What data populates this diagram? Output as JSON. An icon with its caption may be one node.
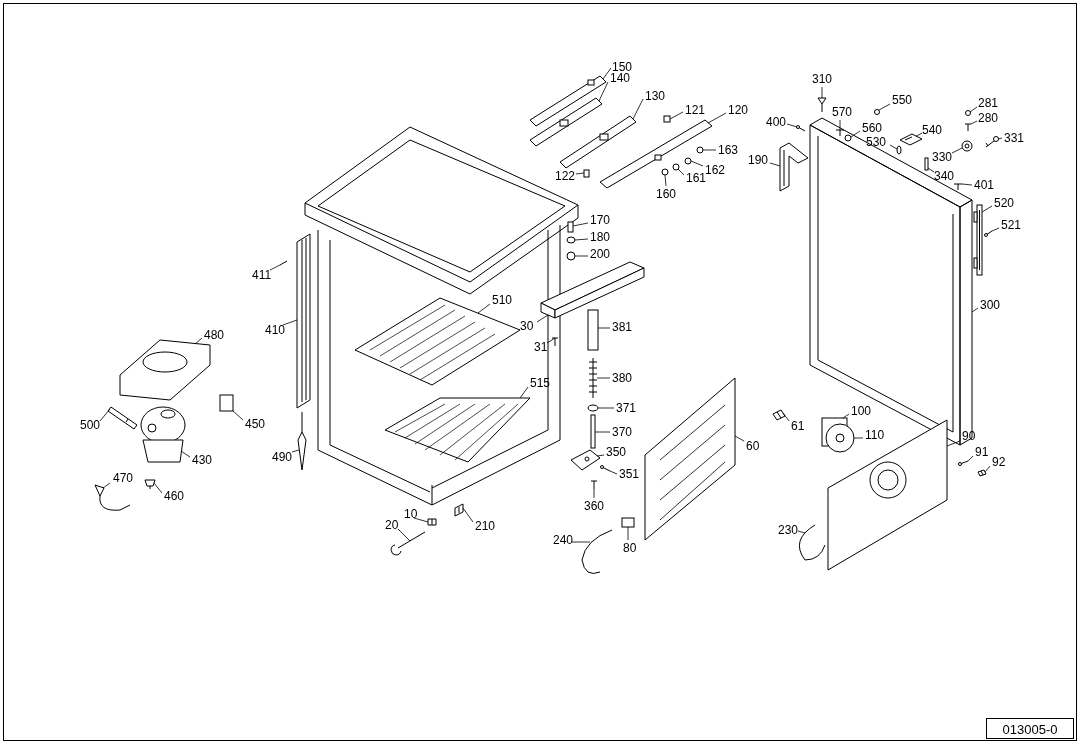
{
  "diagram": {
    "nodes": [
      {
        "text": [
          "150"
        ]
      },
      {
        "text": [
          "140"
        ]
      },
      {
        "text": [
          "130"
        ]
      },
      {
        "text": [
          "121"
        ]
      },
      {
        "text": [
          "120"
        ]
      },
      {
        "text": [
          "163"
        ]
      },
      {
        "text": [
          "162"
        ]
      },
      {
        "text": [
          "161"
        ]
      },
      {
        "text": [
          "160"
        ]
      },
      {
        "text": [
          "122"
        ]
      },
      {
        "text": [
          "310"
        ]
      },
      {
        "text": [
          "570"
        ]
      },
      {
        "text": [
          "550"
        ]
      },
      {
        "text": [
          "560"
        ]
      },
      {
        "text": [
          "400"
        ]
      },
      {
        "text": [
          "530"
        ]
      },
      {
        "text": [
          "540"
        ]
      },
      {
        "text": [
          "190"
        ]
      },
      {
        "text": [
          "281"
        ]
      },
      {
        "text": [
          "280"
        ]
      },
      {
        "text": [
          "331"
        ]
      },
      {
        "text": [
          "330"
        ]
      },
      {
        "text": [
          "340"
        ]
      },
      {
        "text": [
          "401"
        ]
      },
      {
        "text": [
          "520"
        ]
      },
      {
        "text": [
          "521"
        ]
      },
      {
        "text": [
          "300"
        ]
      },
      {
        "text": [
          "411"
        ]
      },
      {
        "text": [
          "410"
        ]
      },
      {
        "text": [
          "480"
        ]
      },
      {
        "text": [
          "510"
        ]
      },
      {
        "text": [
          "515"
        ]
      },
      {
        "text": [
          "30"
        ]
      },
      {
        "text": [
          "31"
        ]
      },
      {
        "text": [
          "170"
        ]
      },
      {
        "text": [
          "180"
        ]
      },
      {
        "text": [
          "200"
        ]
      },
      {
        "text": [
          "381"
        ]
      },
      {
        "text": [
          "380"
        ]
      },
      {
        "text": [
          "371"
        ]
      },
      {
        "text": [
          "370"
        ]
      },
      {
        "text": [
          "350"
        ]
      },
      {
        "text": [
          "351"
        ]
      },
      {
        "text": [
          "360"
        ]
      },
      {
        "text": [
          "450"
        ]
      },
      {
        "text": [
          "500"
        ]
      },
      {
        "text": [
          "430"
        ]
      },
      {
        "text": [
          "470"
        ]
      },
      {
        "text": [
          "460"
        ]
      },
      {
        "text": [
          "490"
        ]
      },
      {
        "text": [
          "10"
        ]
      },
      {
        "text": [
          "20"
        ]
      },
      {
        "text": [
          "210"
        ]
      },
      {
        "text": [
          "240"
        ]
      },
      {
        "text": [
          "80"
        ]
      },
      {
        "text": [
          "60"
        ]
      },
      {
        "text": [
          "61"
        ]
      },
      {
        "text": [
          "100"
        ]
      },
      {
        "text": [
          "110"
        ]
      },
      {
        "text": [
          "90"
        ]
      },
      {
        "text": [
          "91"
        ]
      },
      {
        "text": [
          "92"
        ]
      },
      {
        "text": [
          "230"
        ]
      },
      {
        "text": [],
        "shape": "picture"
      },
      {
        "text": [],
        "shape": "picture"
      },
      {
        "text": [],
        "shape": "picture"
      },
      {
        "text": [],
        "shape": "box"
      },
      {
        "text": [],
        "shape": "picture"
      },
      {
        "text": [],
        "shape": "circle"
      },
      {
        "text": [],
        "shape": "circle"
      },
      {
        "text": [],
        "shape": "circle"
      },
      {
        "text": [],
        "shape": "circle"
      },
      {
        "text": [],
        "shape": "box"
      },
      {
        "text": [],
        "shape": "picture"
      },
      {
        "text": [],
        "shape": "picture"
      },
      {
        "text": [],
        "shape": "circle"
      },
      {
        "text": [],
        "shape": "circle"
      },
      {
        "text": [],
        "shape": "picture"
      },
      {
        "text": [],
        "shape": "circle"
      },
      {
        "text": [],
        "shape": "picture"
      },
      {
        "text": [],
        "shape": "picture"
      },
      {
        "text": [],
        "shape": "circle"
      },
      {
        "text": [],
        "shape": "picture"
      },
      {
        "text": [],
        "shape": "picture"
      },
      {
        "text": [],
        "shape": "picture"
      },
      {
        "text": [],
        "shape": "box"
      },
      {
        "text": [],
        "shape": "picture"
      },
      {
        "text": [],
        "shape": "picture"
      },
      {
        "text": [],
        "shape": "picture"
      },
      {
        "text": [],
        "shape": "picture"
      },
      {
        "text": [],
        "shape": "picture"
      },
      {
        "text": [],
        "shape": "picture"
      },
      {
        "text": [],
        "shape": "picture"
      },
      {
        "text": [],
        "shape": "picture"
      },
      {
        "text": [],
        "shape": "picture"
      },
      {
        "text": [],
        "shape": "picture"
      },
      {
        "text": [],
        "shape": "picture"
      },
      {
        "text": [],
        "shape": "box"
      },
      {
        "text": [],
        "shape": "circle"
      },
      {
        "text": [],
        "shape": "circle"
      },
      {
        "text": [],
        "shape": "box"
      },
      {
        "text": [],
        "shape": "picture"
      },
      {
        "text": [],
        "shape": "circle"
      },
      {
        "text": [],
        "shape": "box"
      },
      {
        "text": [],
        "shape": "picture"
      },
      {
        "text": [],
        "shape": "picture"
      },
      {
        "text": [],
        "shape": "picture"
      },
      {
        "text": [],
        "shape": "box"
      },
      {
        "text": [],
        "shape": "picture"
      },
      {
        "text": [],
        "shape": "picture"
      },
      {
        "text": [],
        "shape": "picture"
      },
      {
        "text": [],
        "shape": "picture"
      },
      {
        "text": [],
        "shape": "picture"
      },
      {
        "text": [],
        "shape": "picture"
      },
      {
        "text": [],
        "shape": "picture"
      },
      {
        "text": [],
        "shape": "picture"
      },
      {
        "text": [],
        "shape": "picture"
      },
      {
        "text": [],
        "shape": "box"
      },
      {
        "text": [],
        "shape": "picture"
      },
      {
        "text": [],
        "shape": "picture"
      },
      {
        "text": [],
        "shape": "box"
      },
      {
        "text": [],
        "shape": "picture"
      },
      {
        "text": [],
        "shape": "picture"
      },
      {
        "text": [],
        "shape": "picture"
      },
      {
        "text": [],
        "shape": "picture"
      },
      {
        "text": [],
        "shape": "picture"
      }
    ],
    "edges": [
      {
        "from": 0,
        "to": 63,
        "arrow": "none"
      },
      {
        "from": 1,
        "to": 64,
        "arrow": "none"
      },
      {
        "from": 2,
        "to": 65,
        "arrow": "none"
      },
      {
        "from": 3,
        "to": 66,
        "arrow": "none"
      },
      {
        "from": 4,
        "to": 67,
        "arrow": "none"
      },
      {
        "from": 5,
        "to": 68,
        "arrow": "none"
      },
      {
        "from": 6,
        "to": 69,
        "arrow": "none"
      },
      {
        "from": 7,
        "to": 70,
        "arrow": "none"
      },
      {
        "from": 8,
        "to": 71,
        "arrow": "none"
      },
      {
        "from": 9,
        "to": 72,
        "arrow": "none"
      },
      {
        "from": 10,
        "to": 73,
        "arrow": "none"
      },
      {
        "from": 11,
        "to": 74,
        "arrow": "none"
      },
      {
        "from": 12,
        "to": 75,
        "arrow": "none"
      },
      {
        "from": 13,
        "to": 76,
        "arrow": "none"
      },
      {
        "from": 14,
        "to": 77,
        "arrow": "none"
      },
      {
        "from": 15,
        "to": 78,
        "arrow": "none"
      },
      {
        "from": 16,
        "to": 79,
        "arrow": "none"
      },
      {
        "from": 17,
        "to": 80,
        "arrow": "none"
      },
      {
        "from": 18,
        "to": 81,
        "arrow": "none"
      },
      {
        "from": 19,
        "to": 82,
        "arrow": "none"
      },
      {
        "from": 20,
        "to": 83,
        "arrow": "none"
      },
      {
        "from": 21,
        "to": 84,
        "arrow": "none"
      },
      {
        "from": 22,
        "to": 85,
        "arrow": "none"
      },
      {
        "from": 23,
        "to": 86,
        "arrow": "none"
      },
      {
        "from": 24,
        "to": 87,
        "arrow": "none"
      },
      {
        "from": 25,
        "to": 88,
        "arrow": "none"
      },
      {
        "from": 26,
        "to": 89,
        "arrow": "none"
      },
      {
        "from": 27,
        "to": 90,
        "arrow": "none"
      },
      {
        "from": 28,
        "to": 91,
        "arrow": "none"
      },
      {
        "from": 29,
        "to": 92,
        "arrow": "none"
      },
      {
        "from": 30,
        "to": 93,
        "arrow": "none"
      },
      {
        "from": 31,
        "to": 94,
        "arrow": "none"
      },
      {
        "from": 32,
        "to": 95,
        "arrow": "none"
      },
      {
        "from": 33,
        "to": 96,
        "arrow": "none"
      },
      {
        "from": 34,
        "to": 97,
        "arrow": "none"
      },
      {
        "from": 35,
        "to": 98,
        "arrow": "none"
      },
      {
        "from": 36,
        "to": 99,
        "arrow": "none"
      },
      {
        "from": 37,
        "to": 100,
        "arrow": "none"
      },
      {
        "from": 38,
        "to": 101,
        "arrow": "none"
      },
      {
        "from": 39,
        "to": 102,
        "arrow": "none"
      },
      {
        "from": 40,
        "to": 103,
        "arrow": "none"
      },
      {
        "from": 41,
        "to": 104,
        "arrow": "none"
      },
      {
        "from": 42,
        "to": 105,
        "arrow": "none"
      },
      {
        "from": 43,
        "to": 106,
        "arrow": "none"
      },
      {
        "from": 44,
        "to": 107,
        "arrow": "none"
      },
      {
        "from": 45,
        "to": 108,
        "arrow": "none"
      },
      {
        "from": 46,
        "to": 109,
        "arrow": "none"
      },
      {
        "from": 47,
        "to": 110,
        "arrow": "none"
      },
      {
        "from": 48,
        "to": 111,
        "arrow": "none"
      },
      {
        "from": 49,
        "to": 112,
        "arrow": "none"
      },
      {
        "from": 50,
        "to": 113,
        "arrow": "none"
      },
      {
        "from": 51,
        "to": 114,
        "arrow": "none"
      },
      {
        "from": 52,
        "to": 115,
        "arrow": "none"
      },
      {
        "from": 53,
        "to": 116,
        "arrow": "none"
      },
      {
        "from": 54,
        "to": 117,
        "arrow": "none"
      },
      {
        "from": 55,
        "to": 118,
        "arrow": "none"
      },
      {
        "from": 56,
        "to": 119,
        "arrow": "none"
      },
      {
        "from": 57,
        "to": 120,
        "arrow": "none"
      },
      {
        "from": 58,
        "to": 121,
        "arrow": "none"
      },
      {
        "from": 59,
        "to": 122,
        "arrow": "none"
      },
      {
        "from": 60,
        "to": 123,
        "arrow": "none"
      },
      {
        "from": 61,
        "to": 124,
        "arrow": "none"
      },
      {
        "from": 62,
        "to": 125,
        "arrow": "none"
      }
    ],
    "labels": [
      "013005-0"
    ]
  }
}
